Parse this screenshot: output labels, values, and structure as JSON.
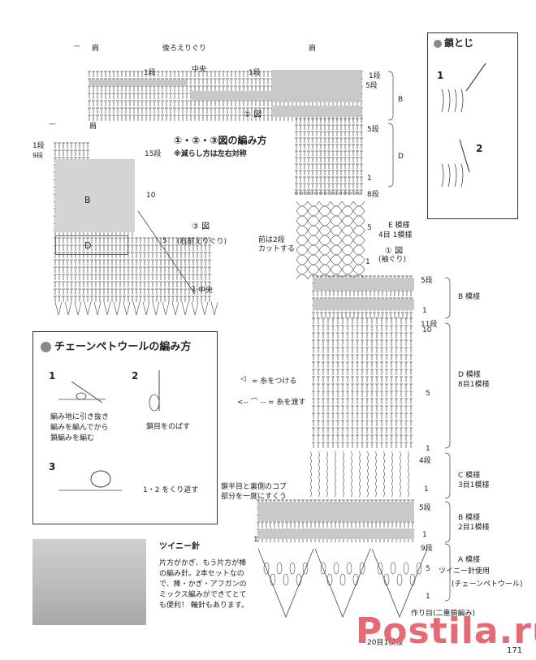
{
  "top_bar": {
    "shoulder_left": "肩",
    "back_neck": "後ろえりぐり",
    "shoulder_right": "肩"
  },
  "left_bar": {
    "shoulder": "肩"
  },
  "row_labels": {
    "r1_top_left": "1段",
    "r1_top_mid": "1段",
    "center_top": "中央",
    "r1_right_top": "1段",
    "r5_right_top": "5段",
    "fig2": "② 図",
    "r1_left": "1段",
    "r9_left": "9段",
    "r15": "15段",
    "r10_left": "10",
    "r5_left": "5",
    "r1_bottom_left": "1",
    "center_bottom": "中央",
    "fig3": "③ 図",
    "fig3_sub": "(右前えりぐり)",
    "r5_mid": "5段",
    "r1_mid": "1",
    "r8": "8段",
    "r5_e": "5",
    "r1_e": "1",
    "fig1": "① 図",
    "fig1_sub": "(袖ぐり)",
    "front_cut": "前は2段",
    "front_cut2": "カットする",
    "r5_b2": "5段",
    "r1_b2": "1",
    "r11": "11段",
    "r10_d": "10",
    "r5_d": "5",
    "r1_d": "1",
    "r4_c": "4段",
    "r1_c": "1",
    "r5_b3": "5段",
    "r1_b3": "1",
    "r9_a": "9段",
    "r5_a": "5",
    "r1_a": "1",
    "r1_left_a": "1",
    "r1_start": "作り目(二重鎖編み)",
    "r20": "20目1模様"
  },
  "heading": {
    "main": "①・②・③図の編み方",
    "sub": "※減らし方は左右対称"
  },
  "brackets": {
    "B_top": "B",
    "D_top": "D",
    "E_pattern": "E 模様",
    "E_repeat": "4目 1模様",
    "B_pattern": "B 模様",
    "D_pattern": "D 模様",
    "D_repeat": "8目1模様",
    "C_pattern": "C 模様",
    "C_repeat": "3目1模様",
    "B2_pattern": "B 模様",
    "B2_repeat": "2目1模様",
    "A_pattern": "A 模様",
    "A_needle": "ツイニー針使用",
    "A_stitch": "(チェーンペトウール)"
  },
  "left_panel": {
    "B": "B",
    "D": "D"
  },
  "legend": {
    "attach": "= 糸をつける",
    "cut": "= 糸を渡す"
  },
  "stitch_note": {
    "line1": "鎖半目と裏側のコブ",
    "line2": "部分を一度にすくう"
  },
  "kusari": {
    "title": "鎖とじ",
    "step1": "1",
    "step2": "2"
  },
  "chain_box": {
    "title": "チェーンペトウールの編み方",
    "step1": "1",
    "step2": "2",
    "step3": "3",
    "text1a": "編み地に引き抜き",
    "text1b": "編みを編んでから",
    "text1c": "鎖編みを編む",
    "text2": "鎖目をのばす",
    "text3": "1・2 をくり返す"
  },
  "twinee": {
    "title": "ツイニー針",
    "line1": "片方がかぎ、もう片方が棒",
    "line2": "の編み針。2本セットなの",
    "line3": "で、棒・かぎ・アフガンの",
    "line4": "ミックス編みができてとて",
    "line5": "も便利！ 輪針もあります。"
  },
  "page_number": "171",
  "watermark": "Postila.ru",
  "colors": {
    "shade": "#c8c8c8",
    "watermark": "#e46a73",
    "dot": "#888888"
  }
}
